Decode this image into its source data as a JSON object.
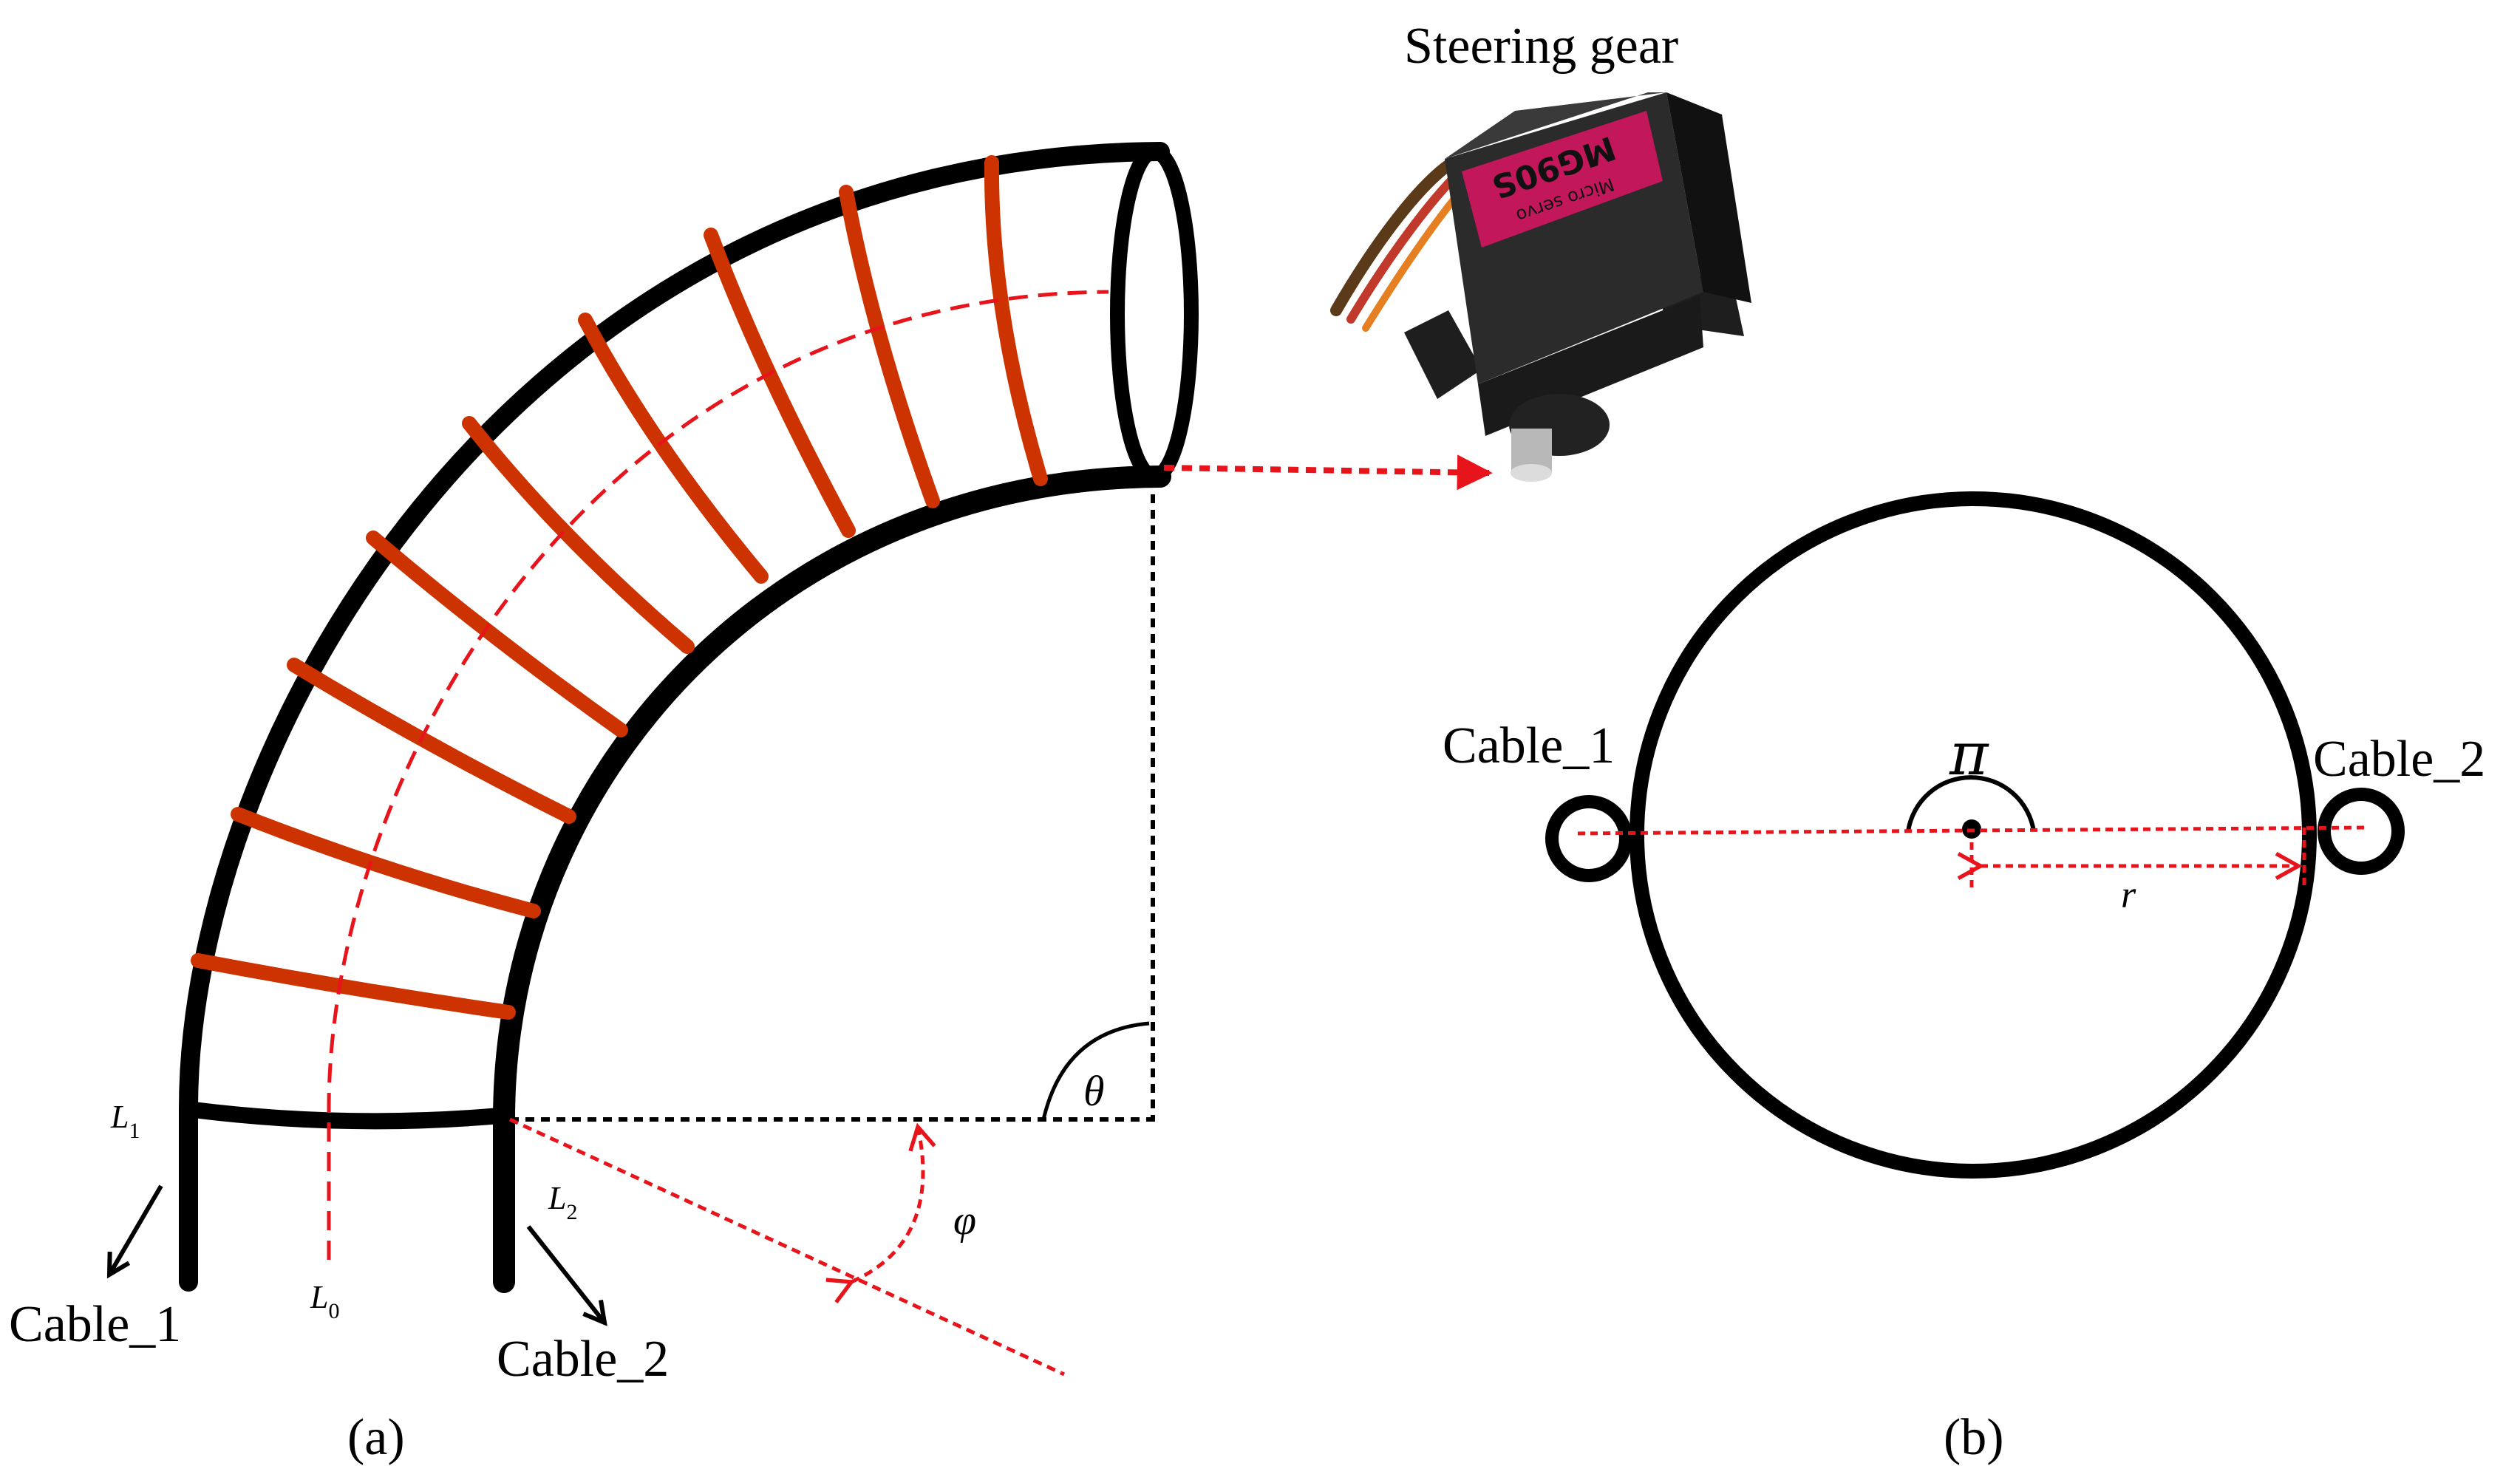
{
  "figure": {
    "servo_title": "Steering gear",
    "servo_brand": "MG90S",
    "servo_model_text": "Micro servo",
    "panel_a": {
      "caption": "(a)",
      "cable_1": "Cable_1",
      "cable_2": "Cable_2",
      "L0": {
        "letter": "L",
        "sub": "0"
      },
      "L1": {
        "letter": "L",
        "sub": "1"
      },
      "L2": {
        "letter": "L",
        "sub": "2"
      },
      "theta": "θ",
      "phi": "φ"
    },
    "panel_b": {
      "caption": "(b)",
      "cable_1": "Cable_1",
      "cable_2": "Cable_2",
      "pi": "π",
      "r": "r"
    }
  },
  "colors": {
    "tube_outline": "#000000",
    "coil_rings": "#cc3300",
    "red_guides": "#e8141c",
    "construction": "#000000",
    "servo_label": "#c2185b"
  }
}
